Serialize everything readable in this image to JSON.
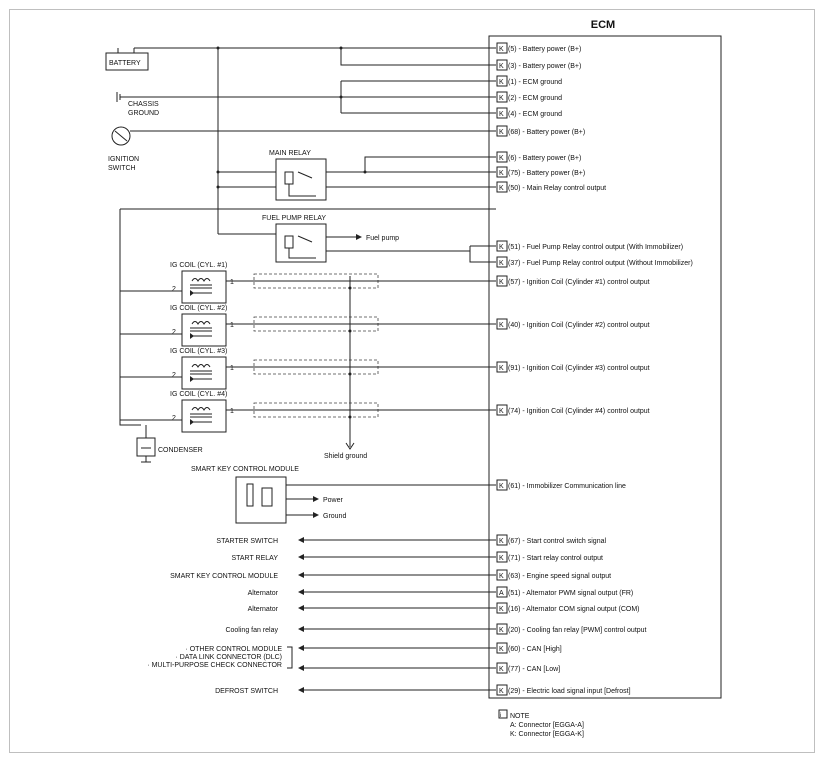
{
  "ecm": {
    "title": "ECM"
  },
  "battery": {
    "label": "BATTERY"
  },
  "chassis_ground": {
    "line1": "CHASSIS",
    "line2": "GROUND"
  },
  "ignition_switch": {
    "line1": "IGNITION",
    "line2": "SWITCH"
  },
  "main_relay": {
    "label": "MAIN RELAY"
  },
  "fuel_pump_relay": {
    "label": "FUEL PUMP RELAY",
    "output": "Fuel pump"
  },
  "ig_coils": [
    {
      "label": "IG COIL (CYL. #1)"
    },
    {
      "label": "IG COIL (CYL. #2)"
    },
    {
      "label": "IG COIL (CYL. #3)"
    },
    {
      "label": "IG COIL (CYL. #4)"
    }
  ],
  "coil_pins": {
    "left": "2",
    "right": "1"
  },
  "condenser": {
    "label": "CONDENSER"
  },
  "shield_ground": {
    "label": "Shield ground"
  },
  "smart_key": {
    "label": "SMART KEY CONTROL MODULE",
    "power": "Power",
    "ground": "Ground"
  },
  "pins": [
    {
      "conn": "K",
      "text": "(5) - Battery power (B+)"
    },
    {
      "conn": "K",
      "text": "(3) - Battery power (B+)"
    },
    {
      "conn": "K",
      "text": "(1) - ECM ground"
    },
    {
      "conn": "K",
      "text": "(2) - ECM ground"
    },
    {
      "conn": "K",
      "text": "(4) - ECM ground"
    },
    {
      "conn": "K",
      "text": "(68) - Battery power (B+)"
    },
    {
      "conn": "K",
      "text": "(6) - Battery power (B+)"
    },
    {
      "conn": "K",
      "text": "(75) - Battery power (B+)"
    },
    {
      "conn": "K",
      "text": "(50) - Main Relay control output"
    },
    {
      "conn": "K",
      "text": "(51) - Fuel Pump Relay control output (With Immobilizer)"
    },
    {
      "conn": "K",
      "text": "(37) - Fuel Pump Relay control output (Without Immobilizer)"
    },
    {
      "conn": "K",
      "text": "(57) -  Ignition Coil (Cylinder #1) control output"
    },
    {
      "conn": "K",
      "text": "(40) - Ignition Coil (Cylinder #2) control output"
    },
    {
      "conn": "K",
      "text": "(91) - Ignition Coil (Cylinder #3) control output"
    },
    {
      "conn": "K",
      "text": "(74) - Ignition Coil (Cylinder #4) control output"
    },
    {
      "conn": "K",
      "text": "(61) - Immobilizer Communication line"
    },
    {
      "conn": "K",
      "text": "(67) - Start control switch signal"
    },
    {
      "conn": "K",
      "text": "(71) - Start relay control output"
    },
    {
      "conn": "K",
      "text": "(63) - Engine speed signal output"
    },
    {
      "conn": "A",
      "text": "(51) - Alternator PWM signal output (FR)"
    },
    {
      "conn": "K",
      "text": "(16) - Alternator COM signal output (COM)"
    },
    {
      "conn": "K",
      "text": "(20) - Cooling fan relay [PWM] control output"
    },
    {
      "conn": "K",
      "text": "(60) - CAN [High]"
    },
    {
      "conn": "K",
      "text": "(77) - CAN [Low]"
    },
    {
      "conn": "K",
      "text": "(29) - Electric load signal input [Defrost]"
    }
  ],
  "outputs": [
    {
      "label": "STARTER SWITCH"
    },
    {
      "label": "START RELAY"
    },
    {
      "label": "SMART KEY CONTROL MODULE"
    },
    {
      "label": "Alternator"
    },
    {
      "label": "Alternator"
    },
    {
      "label": "Cooling fan relay"
    },
    {
      "label": "DEFROST SWITCH"
    }
  ],
  "can_targets": [
    "· OTHER CONTROL MODULE",
    "· DATA LINK CONNECTOR (DLC)",
    "· MULTI-PURPOSE CHECK  CONNECTOR"
  ],
  "note": {
    "icon": "note-icon",
    "title": "NOTE",
    "line1": "A: Connector [EGGA-A]",
    "line2": "K: Connector  [EGGA-K]"
  }
}
